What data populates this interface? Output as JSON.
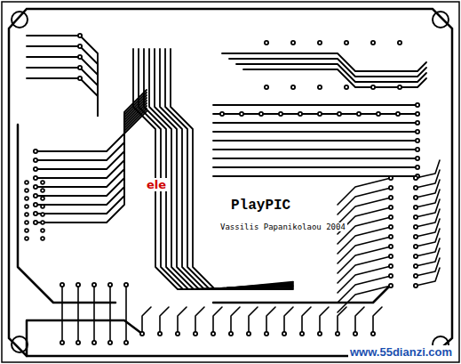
{
  "diagram": {
    "labels": [
      "PlayPIC",
      "Vassilis Papanikolaou 2004",
      "ele",
      "www.55dianzi.com"
    ]
  }
}
